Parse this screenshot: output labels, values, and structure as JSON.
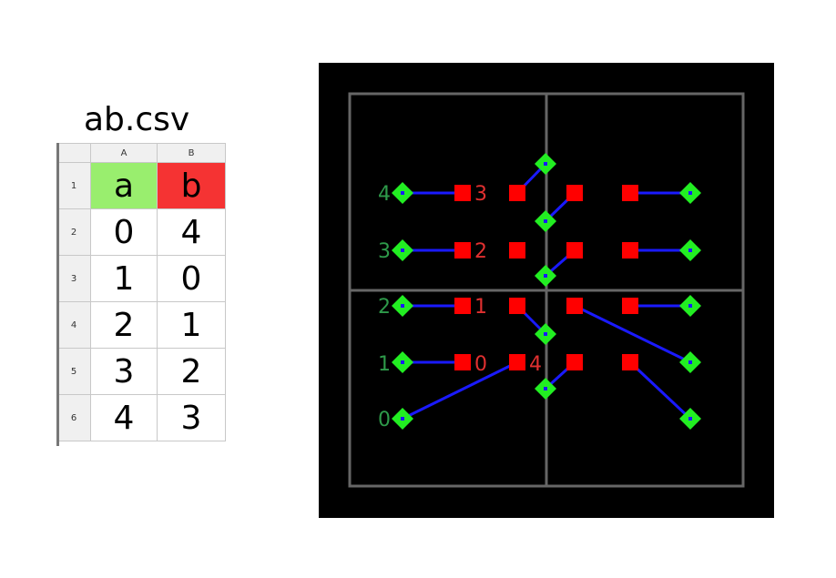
{
  "spreadsheet": {
    "title": "ab.csv",
    "column_headers": [
      "A",
      "B"
    ],
    "row_numbers": [
      "1",
      "2",
      "3",
      "4",
      "5",
      "6"
    ],
    "header_row": [
      "a",
      "b"
    ],
    "rows": [
      [
        "0",
        "4"
      ],
      [
        "1",
        "0"
      ],
      [
        "2",
        "1"
      ],
      [
        "3",
        "2"
      ],
      [
        "4",
        "3"
      ]
    ],
    "colors": {
      "a_header_bg": "#99ee6e",
      "b_header_bg": "#f53333"
    }
  },
  "diagram": {
    "colors": {
      "background": "#000000",
      "grid": "#666666",
      "green_node": "#22ee22",
      "red_node": "#ff0000",
      "edge": "#1a1aff",
      "green_label": "#2e9a4a",
      "red_label": "#e03030"
    },
    "green_labels": [
      "0",
      "1",
      "2",
      "3",
      "4"
    ],
    "red_labels": [
      "0",
      "1",
      "2",
      "3",
      "4"
    ]
  }
}
